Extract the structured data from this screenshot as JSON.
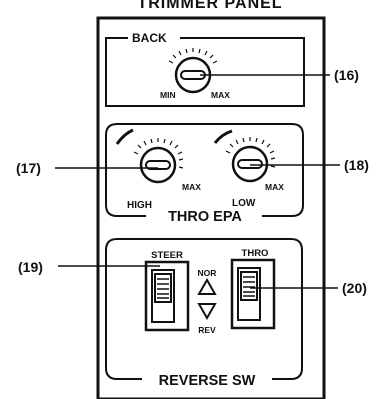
{
  "header": {
    "title": "TRIMMER PANEL"
  },
  "back_section": {
    "title": "BACK",
    "min": "MIN",
    "max": "MAX"
  },
  "thro_epa_section": {
    "title": "THRO EPA",
    "high": "HIGH",
    "low": "LOW",
    "max_left": "MAX",
    "max_right": "MAX"
  },
  "reverse_section": {
    "title": "REVERSE SW",
    "steer": "STEER",
    "thro": "THRO",
    "nor": "NOR",
    "rev": "REV"
  },
  "callouts": [
    "(16)",
    "(17)",
    "(18)",
    "(19)",
    "(20)"
  ]
}
